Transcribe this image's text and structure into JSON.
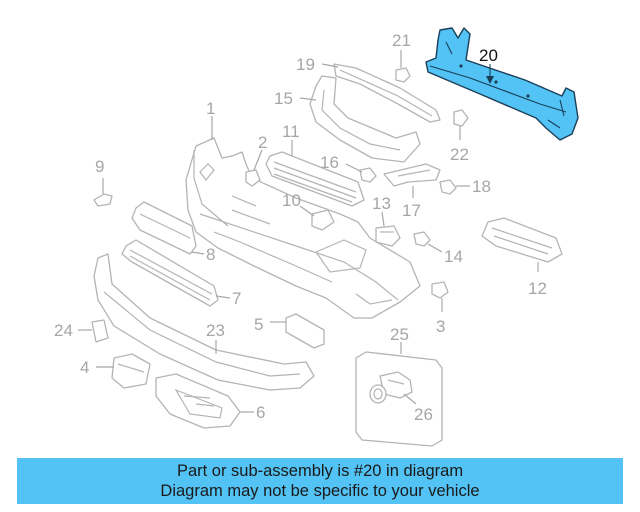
{
  "diagram": {
    "highlighted_part": "20",
    "labels": {
      "p2": "2",
      "p3": "3",
      "p4": "4",
      "p5": "5",
      "p6": "6",
      "p7": "7",
      "p8": "8",
      "p9": "9",
      "p10": "10",
      "p11": "11",
      "p12": "12",
      "p13": "13",
      "p14": "14",
      "p15": "15",
      "p16": "16",
      "p17": "17",
      "p18": "18",
      "p19": "19",
      "p20": "20",
      "p21": "21",
      "p22": "22",
      "p23": "23",
      "p24": "24",
      "p25": "25",
      "p26": "26",
      "p1": "1"
    }
  },
  "banner": {
    "line1": "Part or sub-assembly is #20 in diagram",
    "line2": "Diagram may not be specific to your vehicle"
  },
  "colors": {
    "highlight": "#53c2f4",
    "banner_bg": "#53c2f4",
    "part_stroke": "#b4b4b4"
  }
}
